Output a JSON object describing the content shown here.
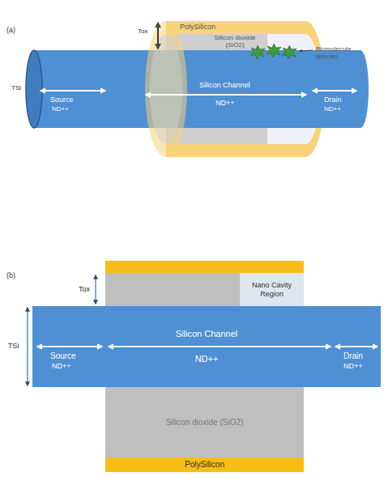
{
  "diagram": {
    "nodes": [
      {
        "text": [
          "Nano Cavity Region"
        ]
      },
      {
        "text": [
          "Silicon Channel",
          "ND++"
        ]
      },
      {
        "text": [
          "Silicon dioxide (SiO2)"
        ]
      },
      {
        "text": [
          "PolySilicon"
        ]
      }
    ],
    "labels": [
      "(a)",
      "PolySilicon",
      "Tox",
      "Silicon dioxide (SiO2)",
      "Biomolecule species",
      "TSi",
      "Silicon Channel",
      "ND++",
      "Source",
      "ND++",
      "Drain",
      "ND++",
      "(b)",
      "Tox",
      "TSi",
      "Source",
      "ND++",
      "Drain",
      "ND++"
    ]
  }
}
